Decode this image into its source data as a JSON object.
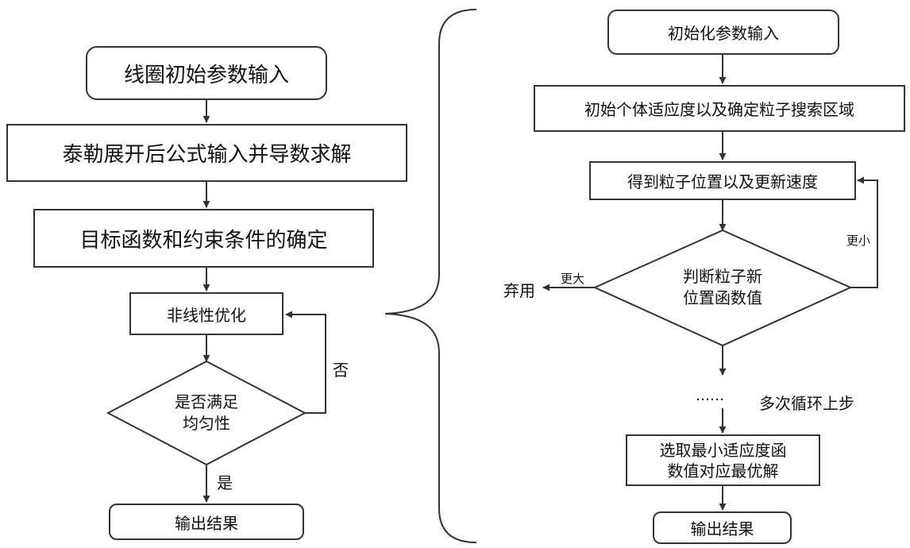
{
  "left_flow": {
    "start": "线圈初始参数输入",
    "taylor": "泰勒展开后公式输入并导数求解",
    "objective": "目标函数和约束条件的确定",
    "optimize": "非线性优化",
    "decision_line1": "是否满足",
    "decision_line2": "均匀性",
    "no_label": "否",
    "yes_label": "是",
    "end": "输出结果"
  },
  "right_flow": {
    "start": "初始化参数输入",
    "init_fitness": "初始个体适应度以及确定粒子搜索区域",
    "update": "得到粒子位置以及更新速度",
    "decision_line1": "判断粒子新",
    "decision_line2": "位置函数值",
    "smaller_label": "更小",
    "larger_label": "更大",
    "discard": "弃用",
    "ellipsis": "……",
    "loop_note": "多次循环上步",
    "select_line1": "选取最小适应度函",
    "select_line2": "数值对应最优解",
    "end": "输出结果"
  },
  "colors": {
    "stroke": "#333333",
    "text": "#111111",
    "background": "#ffffff"
  }
}
